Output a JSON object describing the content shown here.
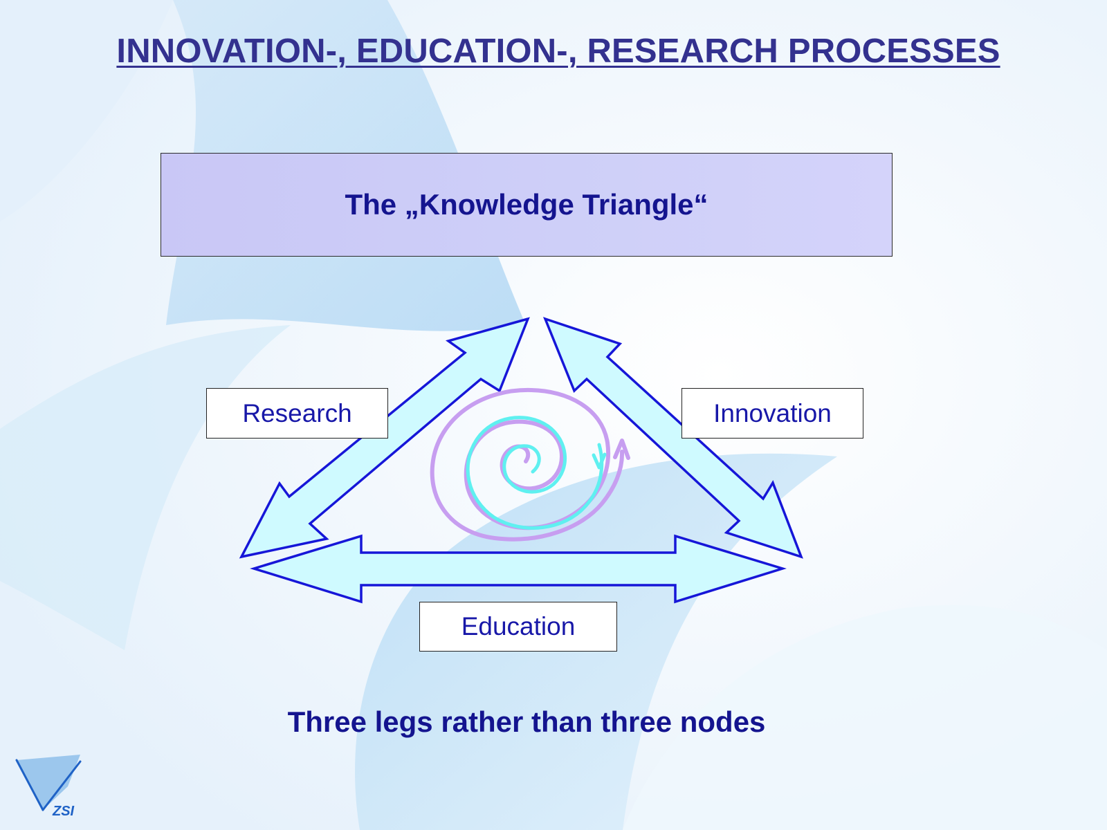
{
  "slide": {
    "title": "INNOVATION-, EDUCATION-, RESEARCH PROCESSES",
    "header_box_text": "The „Knowledge Triangle“",
    "caption": "Three legs rather than three nodes"
  },
  "diagram": {
    "legs": [
      {
        "label": "Research"
      },
      {
        "label": "Innovation"
      },
      {
        "label": "Education"
      }
    ],
    "colors": {
      "arrow_fill": "#cffaff",
      "arrow_stroke": "#1616d8",
      "spiral_violet": "#c79ef0",
      "spiral_cyan": "#5ff0f0"
    }
  },
  "logo": {
    "text": "ZSI",
    "icon": "zsi-logo-icon"
  }
}
